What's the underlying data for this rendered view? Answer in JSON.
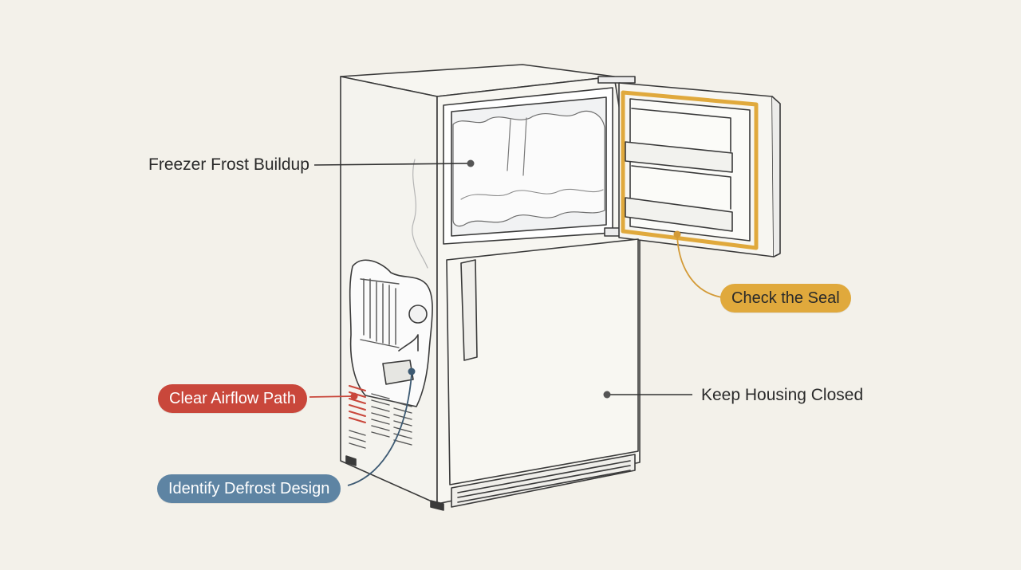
{
  "callouts": {
    "frost": "Freezer Frost Buildup",
    "seal": "Check the Seal",
    "housing": "Keep Housing Closed",
    "airflow": "Clear Airflow Path",
    "defrost": "Identify Defrost Design"
  },
  "colors": {
    "background": "#f3f1ea",
    "seal_accent": "#e0a93c",
    "airflow_accent": "#c9473b",
    "defrost_accent": "#5e84a3",
    "line": "#333333"
  }
}
